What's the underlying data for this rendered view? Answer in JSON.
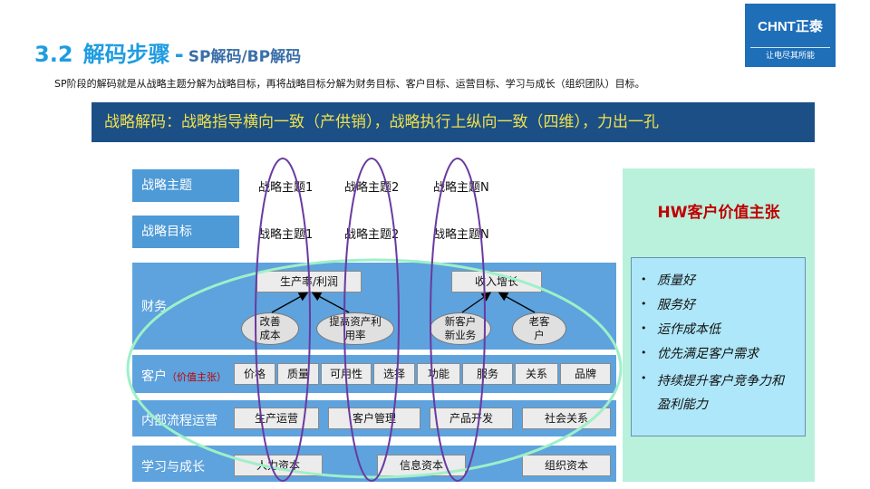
{
  "header": {
    "number": "3.2",
    "title": "解码步骤",
    "dash": "-",
    "subtitle": "SP解码/BP解码",
    "logo_text": "CHNT正泰",
    "logo_slogan": "让电尽其所能"
  },
  "intro": "SP阶段的解码就是从战略主题分解为战略目标，再将战略目标分解为财务目标、客户目标、运营目标、学习与成长（组织团队）目标。",
  "banner": "战略解码：战略指导横向一致（产供销），战略执行上纵向一致（四维），力出一孔",
  "levels": {
    "theme": "战略主题",
    "goal": "战略目标",
    "finance": "财务",
    "customer": "客户",
    "customer_note": "（价值主张）",
    "process": "内部流程运营",
    "learning": "学习与成长"
  },
  "theme_items": [
    "战略主题1",
    "战略主题2",
    "战略主题N"
  ],
  "goal_items": [
    "战略主题1",
    "战略主题2",
    "战略主题N"
  ],
  "finance": {
    "box_left": "生产率/利润",
    "box_right": "收入增长",
    "nodes": [
      "改善成本",
      "提高资产利用率",
      "新客户新业务",
      "老客户"
    ]
  },
  "customer_cells": [
    "价格",
    "质量",
    "可用性",
    "选择",
    "功能",
    "服务",
    "关系",
    "品牌"
  ],
  "process_cells": [
    "生产运营",
    "客户管理",
    "产品开发",
    "社会关系"
  ],
  "learning_cells": [
    "人力资本",
    "信息资本",
    "组织资本"
  ],
  "hw": {
    "title": "HW客户价值主张",
    "items": [
      "质量好",
      "服务好",
      "运作成本低",
      "优先满足客户需求",
      "持续提升客户竞争力和盈利能力"
    ]
  },
  "colors": {
    "title_blue": "#1f9ce0",
    "banner_bg": "#1b4f86",
    "banner_text": "#f2e14a",
    "level_blue": "#4e9ad6",
    "band_blue": "#5ea3dd",
    "ellipse_purple": "#6a3aa0",
    "ellipse_green": "#9ff0c8",
    "hw_title_red": "#c00000"
  }
}
